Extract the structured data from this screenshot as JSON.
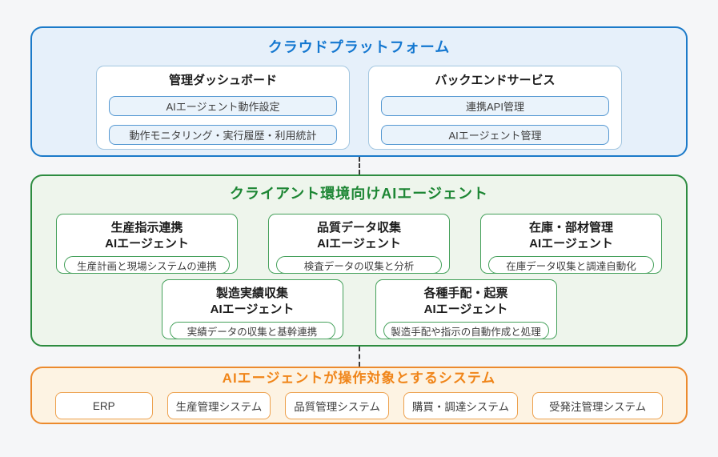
{
  "colors": {
    "cloud_accent": "#1377d0",
    "agents_accent": "#1d8634",
    "systems_accent": "#f08519",
    "page_background": "#f5f6f8"
  },
  "cloud": {
    "title": "クラウドプラットフォーム",
    "panels": [
      {
        "title": "管理ダッシュボード",
        "items": [
          "AIエージェント動作設定",
          "動作モニタリング・実行履歴・利用統計"
        ]
      },
      {
        "title": "バックエンドサービス",
        "items": [
          "連携API管理",
          "AIエージェント管理"
        ]
      }
    ]
  },
  "agents": {
    "title": "クライアント環境向けAIエージェント",
    "rows": [
      [
        {
          "line1": "生産指示連携",
          "line2": "AIエージェント",
          "desc": "生産計画と現場システムの連携"
        },
        {
          "line1": "品質データ収集",
          "line2": "AIエージェント",
          "desc": "検査データの収集と分析"
        },
        {
          "line1": "在庫・部材管理",
          "line2": "AIエージェント",
          "desc": "在庫データ収集と調達自動化"
        }
      ],
      [
        {
          "line1": "製造実績収集",
          "line2": "AIエージェント",
          "desc": "実績データの収集と基幹連携"
        },
        {
          "line1": "各種手配・起票",
          "line2": "AIエージェント",
          "desc": "製造手配や指示の自動作成と処理"
        }
      ]
    ]
  },
  "systems": {
    "title": "AIエージェントが操作対象とするシステム",
    "items": [
      "ERP",
      "生産管理システム",
      "品質管理システム",
      "購買・調達システム",
      "受発注管理システム"
    ]
  }
}
